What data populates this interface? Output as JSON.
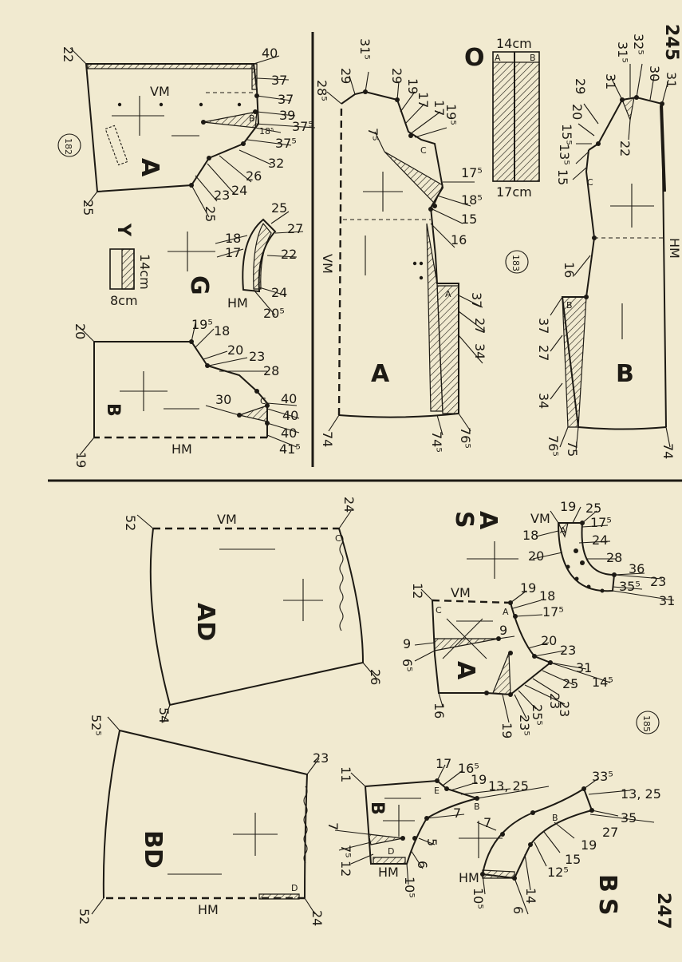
{
  "page_numbers": {
    "top": "245",
    "bottom": "247"
  },
  "top_left": {
    "fig_no": "182",
    "piece_A": {
      "letter": "A",
      "vm": "VM",
      "mark_b": "B",
      "labels": [
        "22",
        "40",
        "37",
        "37",
        "39",
        "37⁵",
        "18⁵",
        "37⁵",
        "32",
        "26",
        "24",
        "23",
        "25",
        "25"
      ]
    },
    "section_Y": "Y",
    "rect_dims": {
      "h": "14cm",
      "w": "8cm"
    },
    "piece_G": {
      "letter": "G",
      "hm": "HM",
      "labels": [
        "25",
        "27",
        "22",
        "24",
        "20⁵",
        "18",
        "17"
      ]
    },
    "piece_B": {
      "letter": "B",
      "hm": "HM",
      "mark_c": "C",
      "labels": [
        "20",
        "19⁵",
        "18",
        "20",
        "23",
        "28",
        "30",
        "40",
        "40",
        "40",
        "41⁵",
        "19"
      ]
    }
  },
  "top_right": {
    "fig_no": "183",
    "section_O": "O",
    "rect_dims": {
      "w_top": "14cm",
      "w_bottom": "17cm",
      "a": "A",
      "b": "B"
    },
    "piece_A": {
      "letter": "A",
      "vm": "VM",
      "mark_a": "A",
      "mark_c": "C",
      "labels": [
        "28⁵",
        "29",
        "31⁵",
        "29",
        "19",
        "17",
        "17",
        "19⁵",
        "7⁵",
        "17⁵",
        "18⁵",
        "15",
        "16",
        "37",
        "27",
        "34",
        "76⁵",
        "74⁵",
        "74"
      ]
    },
    "piece_B": {
      "letter": "B",
      "hm": "HM",
      "mark_b": "B",
      "mark_c": "C",
      "labels": [
        "29",
        "31",
        "31⁵",
        "32⁵",
        "30",
        "31",
        "20",
        "15⁵",
        "13⁵",
        "15",
        "22",
        "16",
        "37",
        "27",
        "34",
        "76⁵",
        "75",
        "74"
      ]
    }
  },
  "bottom": {
    "fig_no": "185",
    "section_S_top": "S",
    "section_A_top": "A",
    "section_B_bottom": "B",
    "section_S_bottom": "S",
    "piece_AD": {
      "letter": "AD",
      "vm": "VM",
      "mark_c": "C",
      "labels": [
        "52",
        "24",
        "26",
        "54"
      ]
    },
    "piece_BD": {
      "letter": "BD",
      "hm": "HM",
      "mark_d": "D",
      "labels": [
        "52⁵",
        "23",
        "24",
        "52"
      ]
    },
    "piece_A": {
      "letter": "A",
      "vm": "VM",
      "mark_c": "C",
      "mark_a": "A",
      "labels": [
        "12",
        "19",
        "18",
        "17⁵",
        "9",
        "9",
        "6⁵",
        "20",
        "23",
        "31",
        "14⁵",
        "25",
        "23",
        "23",
        "25⁵",
        "23⁵",
        "19",
        "16"
      ]
    },
    "piece_B": {
      "letter": "B",
      "hm": "HM",
      "mark_e": "E",
      "mark_b": "B",
      "mark_d": "D",
      "labels": [
        "11",
        "17",
        "16⁵",
        "19",
        "13, 25",
        "7",
        "7",
        "7⁵",
        "12",
        "5",
        "6",
        "10⁵"
      ]
    },
    "piece_S_top": {
      "vm": "VM",
      "mark_a": "A",
      "labels": [
        "19",
        "25",
        "18",
        "17⁵",
        "24",
        "20",
        "28",
        "36",
        "23",
        "35⁵",
        "31"
      ]
    },
    "piece_S_bottom": {
      "hm": "HM",
      "mark_b": "B",
      "labels": [
        "33⁵",
        "13, 25",
        "35",
        "7",
        "27",
        "19",
        "15",
        "12⁵",
        "14",
        "10⁵",
        "6"
      ]
    }
  }
}
